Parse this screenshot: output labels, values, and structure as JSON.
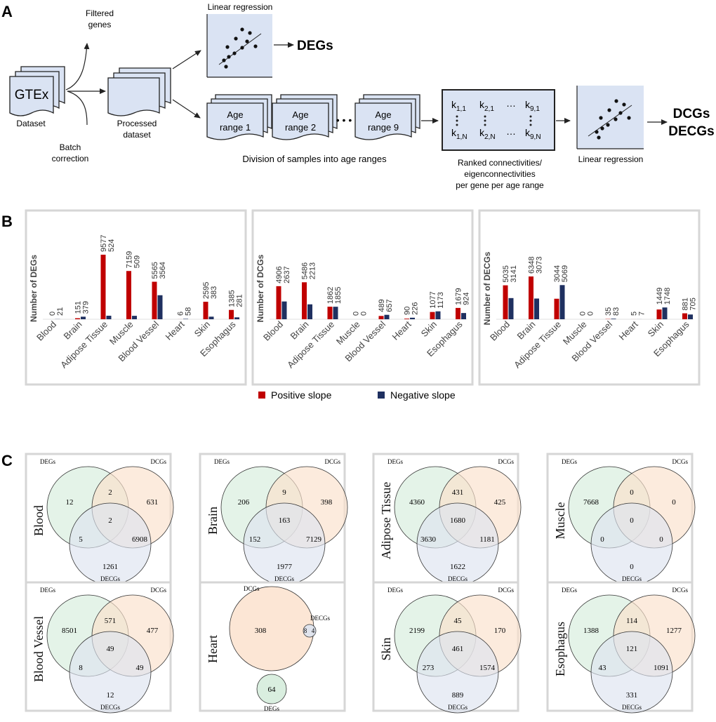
{
  "panel_labels": {
    "a": "A",
    "b": "B",
    "c": "C"
  },
  "panelA": {
    "filtered_genes": [
      "Filtered",
      "genes"
    ],
    "gtex": "GTEx",
    "dataset": "Dataset",
    "batch_correction": [
      "Batch",
      "correction"
    ],
    "processed_dataset": [
      "Processed",
      "dataset"
    ],
    "linear_regression_top": "Linear regression",
    "degs": "DEGs",
    "age_ranges": [
      {
        "line1": "Age",
        "line2": "range 1"
      },
      {
        "line1": "Age",
        "line2": "range 2"
      },
      {
        "line1": "Age",
        "line2": "range 9"
      }
    ],
    "ellipsis": "• • •",
    "division": "Division of samples into age ranges",
    "matrix_top": [
      {
        "k": "k",
        "sub": "1,1"
      },
      {
        "k": "k",
        "sub": "2,1"
      },
      {
        "k": "k",
        "sub": "9,1"
      }
    ],
    "matrix_bottom": [
      {
        "k": "k",
        "sub": "1,N"
      },
      {
        "k": "k",
        "sub": "2,N"
      },
      {
        "k": "k",
        "sub": "9,N"
      }
    ],
    "matrix_dots": "…",
    "ranked": [
      "Ranked connectivities/",
      "eigenconnectivities",
      "per gene per age range"
    ],
    "linear_regression_bottom": "Linear regression",
    "dcgs": "DCGs",
    "decgs": "DECGs"
  },
  "chart_data": [
    {
      "type": "bar",
      "ylabel": "Number of DEGs",
      "categories": [
        "Blood",
        "Brain",
        "Adipose Tissue",
        "Muscle",
        "Blood Vessel",
        "Heart",
        "Skin",
        "Esophagus"
      ],
      "series": [
        {
          "name": "Positive slope",
          "values": [
            0,
            151,
            9577,
            7159,
            5565,
            6,
            2595,
            1385
          ]
        },
        {
          "name": "Negative slope",
          "values": [
            21,
            379,
            524,
            509,
            3564,
            58,
            383,
            281
          ]
        }
      ]
    },
    {
      "type": "bar",
      "ylabel": "Number of DCGs",
      "categories": [
        "Blood",
        "Brain",
        "Adipose Tissue",
        "Muscle",
        "Blood Vessel",
        "Heart",
        "Skin",
        "Esophagus"
      ],
      "series": [
        {
          "name": "Positive slope",
          "values": [
            4906,
            5486,
            1862,
            0,
            489,
            90,
            1077,
            1679
          ]
        },
        {
          "name": "Negative slope",
          "values": [
            2637,
            2213,
            1855,
            0,
            657,
            226,
            1173,
            924
          ]
        }
      ]
    },
    {
      "type": "bar",
      "ylabel": "Number of DECGs",
      "categories": [
        "Blood",
        "Brain",
        "Adipose Tissue",
        "Muscle",
        "Blood Vessel",
        "Heart",
        "Skin",
        "Esophagus"
      ],
      "series": [
        {
          "name": "Positive slope",
          "values": [
            5035,
            6348,
            3044,
            0,
            35,
            5,
            1449,
            881
          ]
        },
        {
          "name": "Negative slope",
          "values": [
            3141,
            3073,
            5069,
            0,
            83,
            7,
            1748,
            705
          ]
        }
      ]
    }
  ],
  "legend": {
    "positive": "Positive slope",
    "negative": "Negative slope"
  },
  "colors": {
    "positive": "#c00000",
    "negative": "#1f3060",
    "box_fill": "#dae3f3",
    "deg_circle": "#d5ecdc",
    "dcg_circle": "#fbe0cb",
    "decg_circle": "#dde3f0"
  },
  "venn": {
    "set_labels": {
      "degs": "DEGs",
      "dcgs": "DCGs",
      "decgs": "DECGs"
    },
    "panels": [
      {
        "tissue": "Blood",
        "regions": [
          "12",
          "2",
          "631",
          "2",
          "5",
          "6908",
          "1261"
        ]
      },
      {
        "tissue": "Brain",
        "regions": [
          "206",
          "9",
          "398",
          "163",
          "152",
          "7129",
          "1977"
        ]
      },
      {
        "tissue": "Adipose Tissue",
        "regions": [
          "4360",
          "431",
          "425",
          "1680",
          "3630",
          "1181",
          "1622"
        ]
      },
      {
        "tissue": "Muscle",
        "regions": [
          "7668",
          "0",
          "0",
          "0",
          "0",
          "0",
          "0"
        ]
      },
      {
        "tissue": "Blood Vessel",
        "regions": [
          "8501",
          "571",
          "477",
          "49",
          "8",
          "49",
          "12"
        ]
      },
      {
        "tissue": "Heart",
        "regions": [
          "308",
          "8",
          "4",
          "64"
        ]
      },
      {
        "tissue": "Skin",
        "regions": [
          "2199",
          "45",
          "170",
          "461",
          "273",
          "1574",
          "889"
        ]
      },
      {
        "tissue": "Esophagus",
        "regions": [
          "1388",
          "114",
          "1277",
          "121",
          "43",
          "1091",
          "331"
        ]
      }
    ]
  }
}
